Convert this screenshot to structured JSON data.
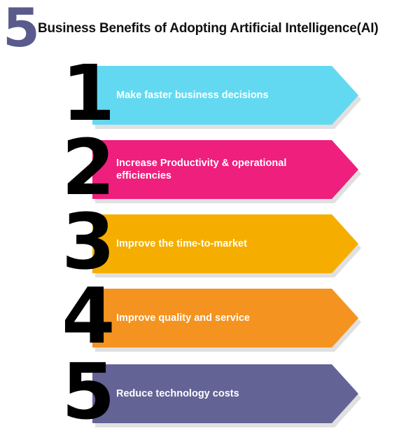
{
  "header": {
    "number": "5",
    "title": "Business Benefits of Adopting Artificial Intelligence(AI)",
    "number_color": "#5a5b8c"
  },
  "steps": [
    {
      "number": "1",
      "label": "Make faster business decisions",
      "color": "#62d9f0"
    },
    {
      "number": "2",
      "label": "Increase Productivity & operational efficiencies",
      "color": "#ee1f7d"
    },
    {
      "number": "3",
      "label": "Improve the time-to-market",
      "color": "#f5ae00"
    },
    {
      "number": "4",
      "label": "Improve quality and service",
      "color": "#f4931f"
    },
    {
      "number": "5",
      "label": "Reduce technology costs",
      "color": "#646396"
    }
  ]
}
